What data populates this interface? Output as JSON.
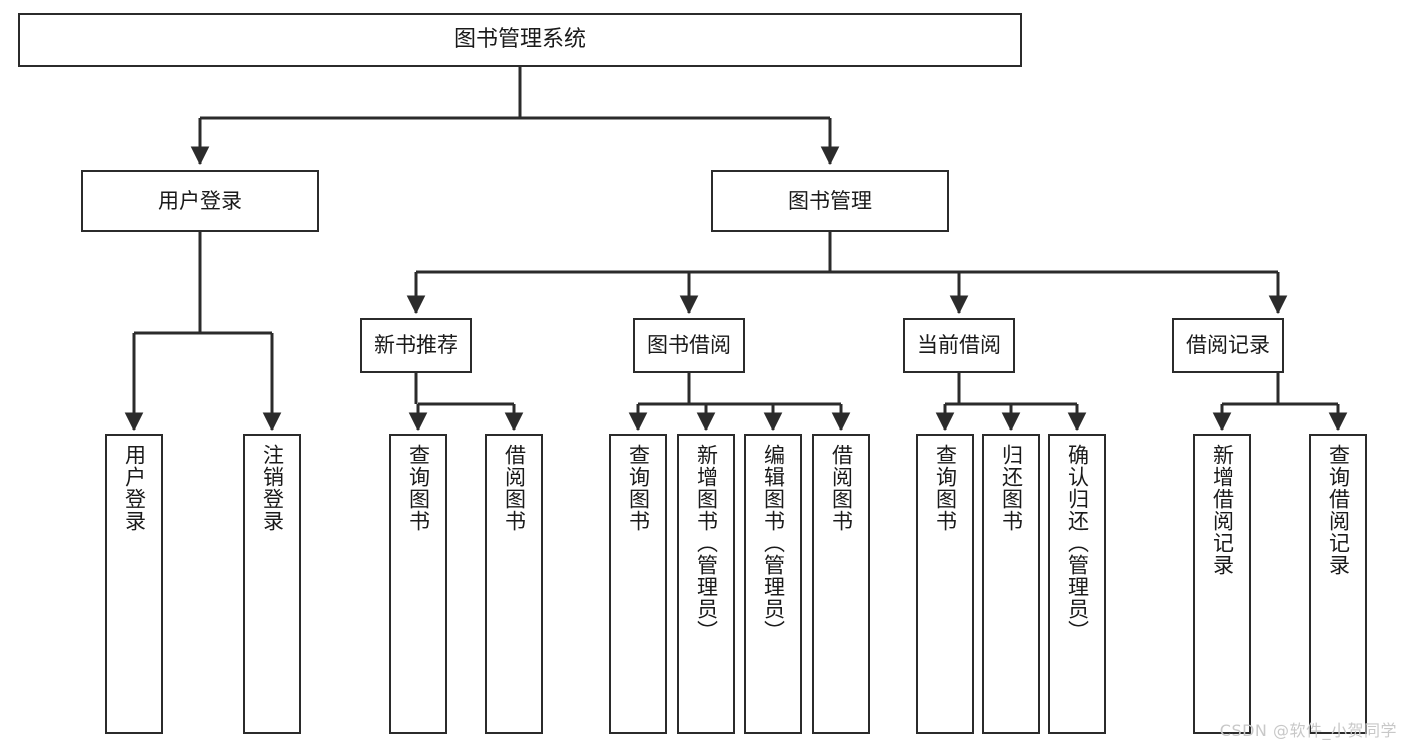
{
  "diagram": {
    "title": "图书管理系统",
    "type": "tree-hierarchy",
    "watermark": "CSDN @软件_小贺同学",
    "colors": {
      "background": "#ffffff",
      "node_fill": "#ffffff",
      "node_border": "#2b2b2b",
      "edge": "#2b2b2b",
      "text": "#1a1a1a",
      "watermark": "#c8c8c8"
    }
  },
  "nodes": {
    "root": {
      "label": "图书管理系统"
    },
    "level2": [
      {
        "id": "user-login",
        "label": "用户登录"
      },
      {
        "id": "book-management",
        "label": "图书管理"
      }
    ],
    "level3": [
      {
        "id": "new-book-recommend",
        "label": "新书推荐"
      },
      {
        "id": "book-borrow",
        "label": "图书借阅"
      },
      {
        "id": "current-borrow",
        "label": "当前借阅"
      },
      {
        "id": "borrow-record",
        "label": "借阅记录"
      }
    ],
    "leaves": {
      "user_login": [
        {
          "id": "leaf-user-login",
          "label": "用户登录"
        },
        {
          "id": "leaf-logout-login",
          "label": "注销登录"
        }
      ],
      "new_book_recommend": [
        {
          "id": "leaf-query-book-1",
          "label": "查询图书"
        },
        {
          "id": "leaf-borrow-book-1",
          "label": "借阅图书"
        }
      ],
      "book_borrow": [
        {
          "id": "leaf-query-book-2",
          "label": "查询图书"
        },
        {
          "id": "leaf-add-book",
          "label": "新增图书（管理员）"
        },
        {
          "id": "leaf-edit-book",
          "label": "编辑图书（管理员）"
        },
        {
          "id": "leaf-borrow-book-2",
          "label": "借阅图书"
        }
      ],
      "current_borrow": [
        {
          "id": "leaf-query-book-3",
          "label": "查询图书"
        },
        {
          "id": "leaf-return-book",
          "label": "归还图书"
        },
        {
          "id": "leaf-confirm-return",
          "label": "确认归还（管理员）"
        }
      ],
      "borrow_record": [
        {
          "id": "leaf-add-record",
          "label": "新增借阅记录"
        },
        {
          "id": "leaf-query-record",
          "label": "查询借阅记录"
        }
      ]
    }
  }
}
